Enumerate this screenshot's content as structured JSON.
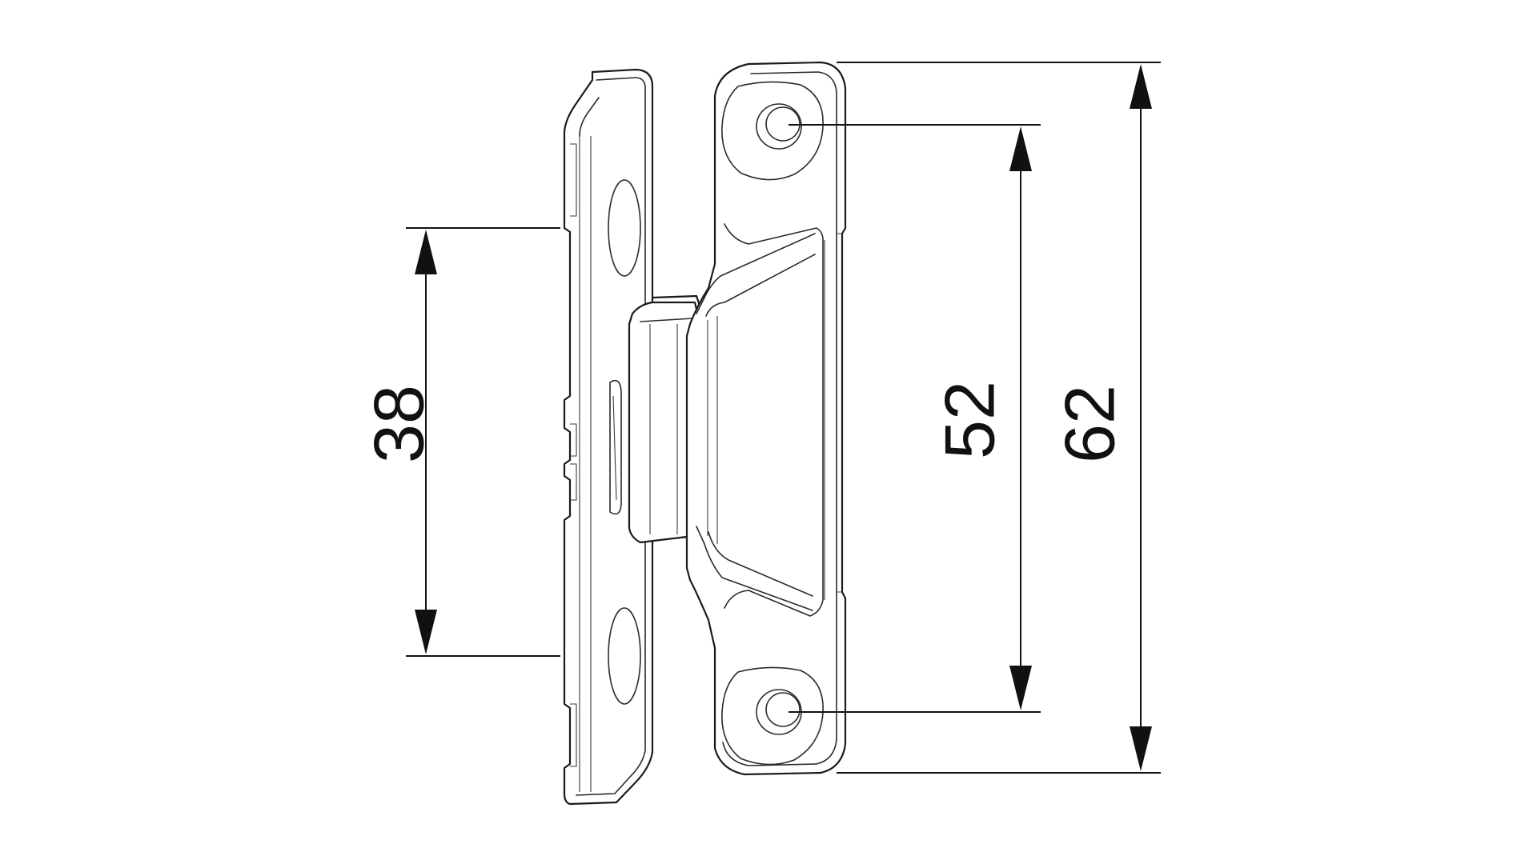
{
  "drawing": {
    "colors": {
      "line": "#1a1a1a",
      "background": "#ffffff"
    },
    "dimensions": [
      {
        "id": "hole_spacing_plate",
        "value": "38"
      },
      {
        "id": "hole_spacing_keeper",
        "value": "52"
      },
      {
        "id": "overall_length",
        "value": "62"
      }
    ]
  }
}
